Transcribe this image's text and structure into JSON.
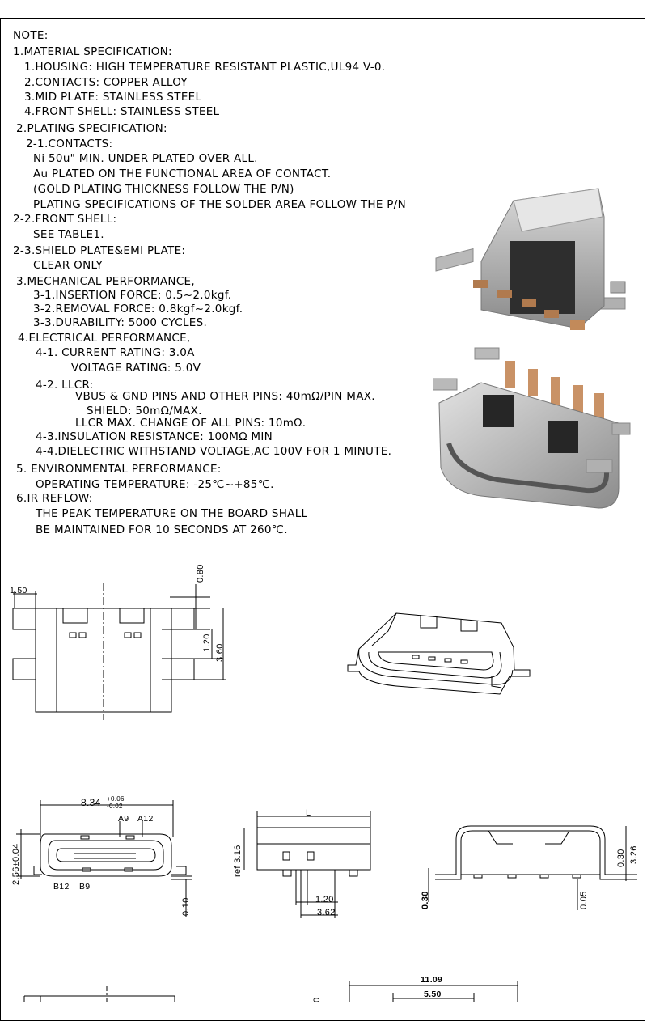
{
  "notes": {
    "title": "NOTE:",
    "lines": [
      "1.MATERIAL SPECIFICATION:",
      "1.HOUSING: HIGH TEMPERATURE RESISTANT PLASTIC,UL94 V-0.",
      "2.CONTACTS: COPPER ALLOY",
      "3.MID PLATE: STAINLESS STEEL",
      "4.FRONT SHELL: STAINLESS STEEL",
      "2.PLATING SPECIFICATION:",
      "2-1.CONTACTS:",
      "Ni 50u\" MIN. UNDER PLATED OVER ALL.",
      "Au PLATED ON THE FUNCTIONAL AREA OF CONTACT.",
      "(GOLD PLATING THICKNESS FOLLOW THE P/N)",
      "PLATING SPECIFICATIONS OF THE SOLDER AREA FOLLOW THE P/N",
      "2-2.FRONT SHELL:",
      "SEE TABLE1.",
      "2-3.SHIELD PLATE&EMI PLATE:",
      "CLEAR ONLY",
      "3.MECHANICAL PERFORMANCE,",
      "3-1.INSERTION FORCE: 0.5~2.0kgf.",
      "3-2.REMOVAL FORCE: 0.8kgf~2.0kgf.",
      "3-3.DURABILITY: 5000 CYCLES.",
      "4.ELECTRICAL PERFORMANCE,",
      "4-1. CURRENT RATING: 3.0A",
      "VOLTAGE RATING: 5.0V",
      "4-2. LLCR:",
      "VBUS & GND PINS AND OTHER PINS: 40mΩ/PIN MAX.",
      "SHIELD: 50mΩ/MAX.",
      "LLCR MAX. CHANGE OF ALL PINS: 10mΩ.",
      "4-3.INSULATION RESISTANCE: 100MΩ MIN",
      "4-4.DIELECTRIC WITHSTAND VOLTAGE,AC 100V FOR 1 MINUTE.",
      "5. ENVIRONMENTAL PERFORMANCE:",
      "OPERATING TEMPERATURE: -25℃~+85℃.",
      "6.IR REFLOW:",
      "THE PEAK TEMPERATURE ON THE BOARD SHALL",
      "BE MAINTAINED FOR 10 SECONDS AT 260℃."
    ]
  },
  "dims": {
    "top_view": {
      "d1": "1.50",
      "d2": "0.80",
      "d3": "1.20",
      "d4": "3.60"
    },
    "front_view": {
      "width": "8.34",
      "tol_plus": "+0.06",
      "tol_minus": "-0.02",
      "height": "2.56±0.04",
      "pin_a9": "A9",
      "pin_a12": "A12",
      "pin_b12": "B12",
      "pin_b9": "B9",
      "bottom": "0.10"
    },
    "side_view": {
      "length": "L",
      "ref": "ref 3.16",
      "pitch": "1.20",
      "span": "3.62"
    },
    "end_view": {
      "h1": "0.30",
      "h2": "3.26",
      "foot": "0.30",
      "gap": "0.05"
    },
    "bottom_row": {
      "overall": "11.09",
      "inner": "5.50",
      "partial": "0"
    }
  }
}
